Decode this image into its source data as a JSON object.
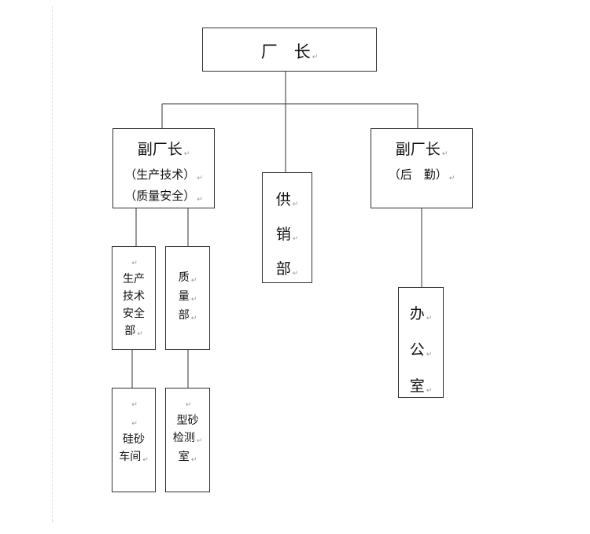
{
  "chart_data": {
    "type": "org-chart",
    "nodes": {
      "director": {
        "lines": [
          "厂　长"
        ]
      },
      "deputy_left": {
        "lines": [
          "副厂长",
          "（生产技术）",
          "（质量安全）"
        ]
      },
      "sales": {
        "lines": [
          "供",
          "销",
          "部"
        ]
      },
      "deputy_right": {
        "lines": [
          "副厂长",
          "（后　勤）"
        ]
      },
      "prod_safety": {
        "lines": [
          "",
          "生产",
          "技术",
          "安全",
          "部"
        ]
      },
      "quality": {
        "lines": [
          "质",
          "量",
          "部"
        ]
      },
      "office": {
        "lines": [
          "办",
          "公",
          "室"
        ]
      },
      "silica": {
        "lines": [
          "",
          "",
          "硅砂",
          "车间"
        ]
      },
      "sand_lab": {
        "lines": [
          "",
          "型砂",
          "检测",
          "室"
        ]
      }
    },
    "edges": [
      [
        "director",
        "deputy_left"
      ],
      [
        "director",
        "sales"
      ],
      [
        "director",
        "deputy_right"
      ],
      [
        "deputy_left",
        "prod_safety"
      ],
      [
        "deputy_left",
        "quality"
      ],
      [
        "deputy_right",
        "office"
      ],
      [
        "prod_safety",
        "silica"
      ],
      [
        "quality",
        "sand_lab"
      ]
    ]
  },
  "return_mark": "↵"
}
